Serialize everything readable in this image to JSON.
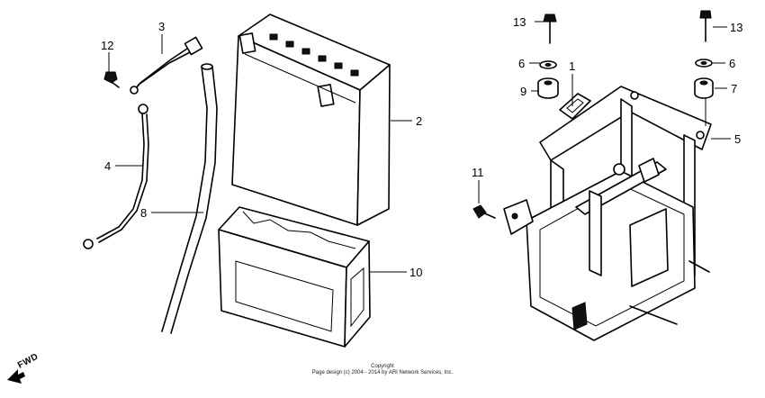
{
  "callouts": {
    "c1": "1",
    "c2": "2",
    "c3": "3",
    "c4": "4",
    "c5": "5",
    "c6a": "6",
    "c6b": "6",
    "c7": "7",
    "c8": "8",
    "c9": "9",
    "c10": "10",
    "c11": "11",
    "c12": "12",
    "c13a": "13",
    "c13b": "13"
  },
  "direction": {
    "label": "FWD",
    "icon": "arrow-forward-icon"
  },
  "footer": {
    "line1": "Copyright",
    "line2": "Page design (c) 2004 - 2014 by ARI Network Services, Inc."
  }
}
